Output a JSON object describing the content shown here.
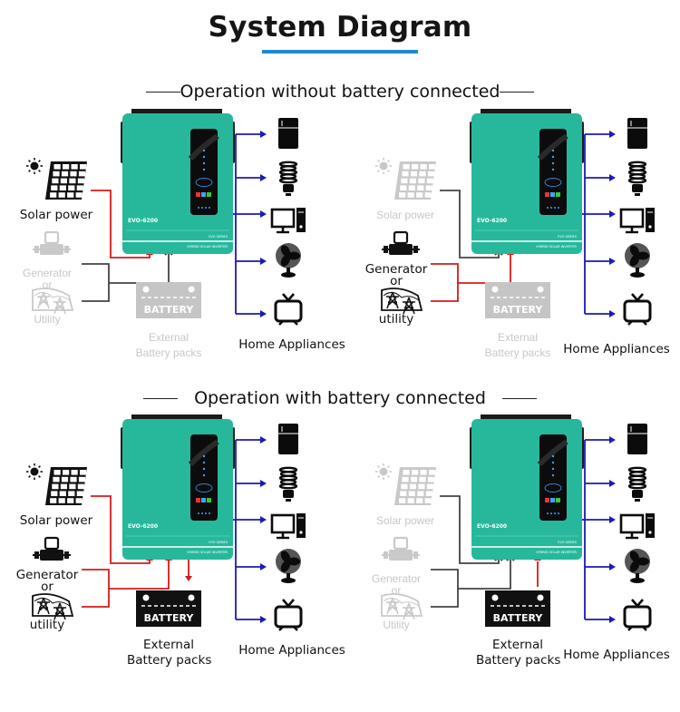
{
  "header": {
    "title": "System Diagram",
    "underline_color": "#1e88d0"
  },
  "sections": [
    {
      "heading": "Operation without battery connected"
    },
    {
      "heading": "Operation with battery connected"
    }
  ],
  "colors": {
    "inverter_body": "#27b89c",
    "active_line": "#d61a1a",
    "output_line": "#1a1ab8",
    "inactive_line": "#444444",
    "inactive_icon": "#c9c9c9",
    "active_icon": "#111111"
  },
  "inverter": {
    "model": "EVO-6200",
    "series": "EVO SERIES",
    "type": "HYBRID SOLAR INVERTER"
  },
  "panels": [
    {
      "id": "no-battery-solar",
      "solar_label": "Solar power",
      "solar_active": true,
      "generator_label": "Generator",
      "or_label": "or",
      "utility_label": "Utility",
      "grid_active": false,
      "battery_label": "BATTERY",
      "battery_caption_1": "External",
      "battery_caption_2": "Battery packs",
      "battery_active": false,
      "appliances_label": "Home Appliances"
    },
    {
      "id": "no-battery-grid",
      "solar_label": "Solar power",
      "solar_active": false,
      "generator_label": "Generator",
      "or_label": "or",
      "utility_label": "utility",
      "grid_active": true,
      "battery_label": "BATTERY",
      "battery_caption_1": "External",
      "battery_caption_2": "Battery packs",
      "battery_active": false,
      "appliances_label": "Home Appliances"
    },
    {
      "id": "battery-charging",
      "solar_label": "Solar power",
      "solar_active": true,
      "generator_label": "Generator",
      "or_label": "or",
      "utility_label": "utility",
      "grid_active": true,
      "battery_label": "BATTERY",
      "battery_caption_1": "External",
      "battery_caption_2": "Battery packs",
      "battery_active": true,
      "battery_flow": "charge",
      "appliances_label": "Home Appliances"
    },
    {
      "id": "battery-discharging",
      "solar_label": "Solar power",
      "solar_active": false,
      "generator_label": "Generator",
      "or_label": "or",
      "utility_label": "Utility",
      "grid_active": false,
      "battery_label": "BATTERY",
      "battery_caption_1": "External",
      "battery_caption_2": "Battery packs",
      "battery_active": true,
      "battery_flow": "discharge",
      "appliances_label": "Home Appliances"
    }
  ],
  "appliances": [
    "refrigerator",
    "light-bulb",
    "computer",
    "fan",
    "television"
  ]
}
